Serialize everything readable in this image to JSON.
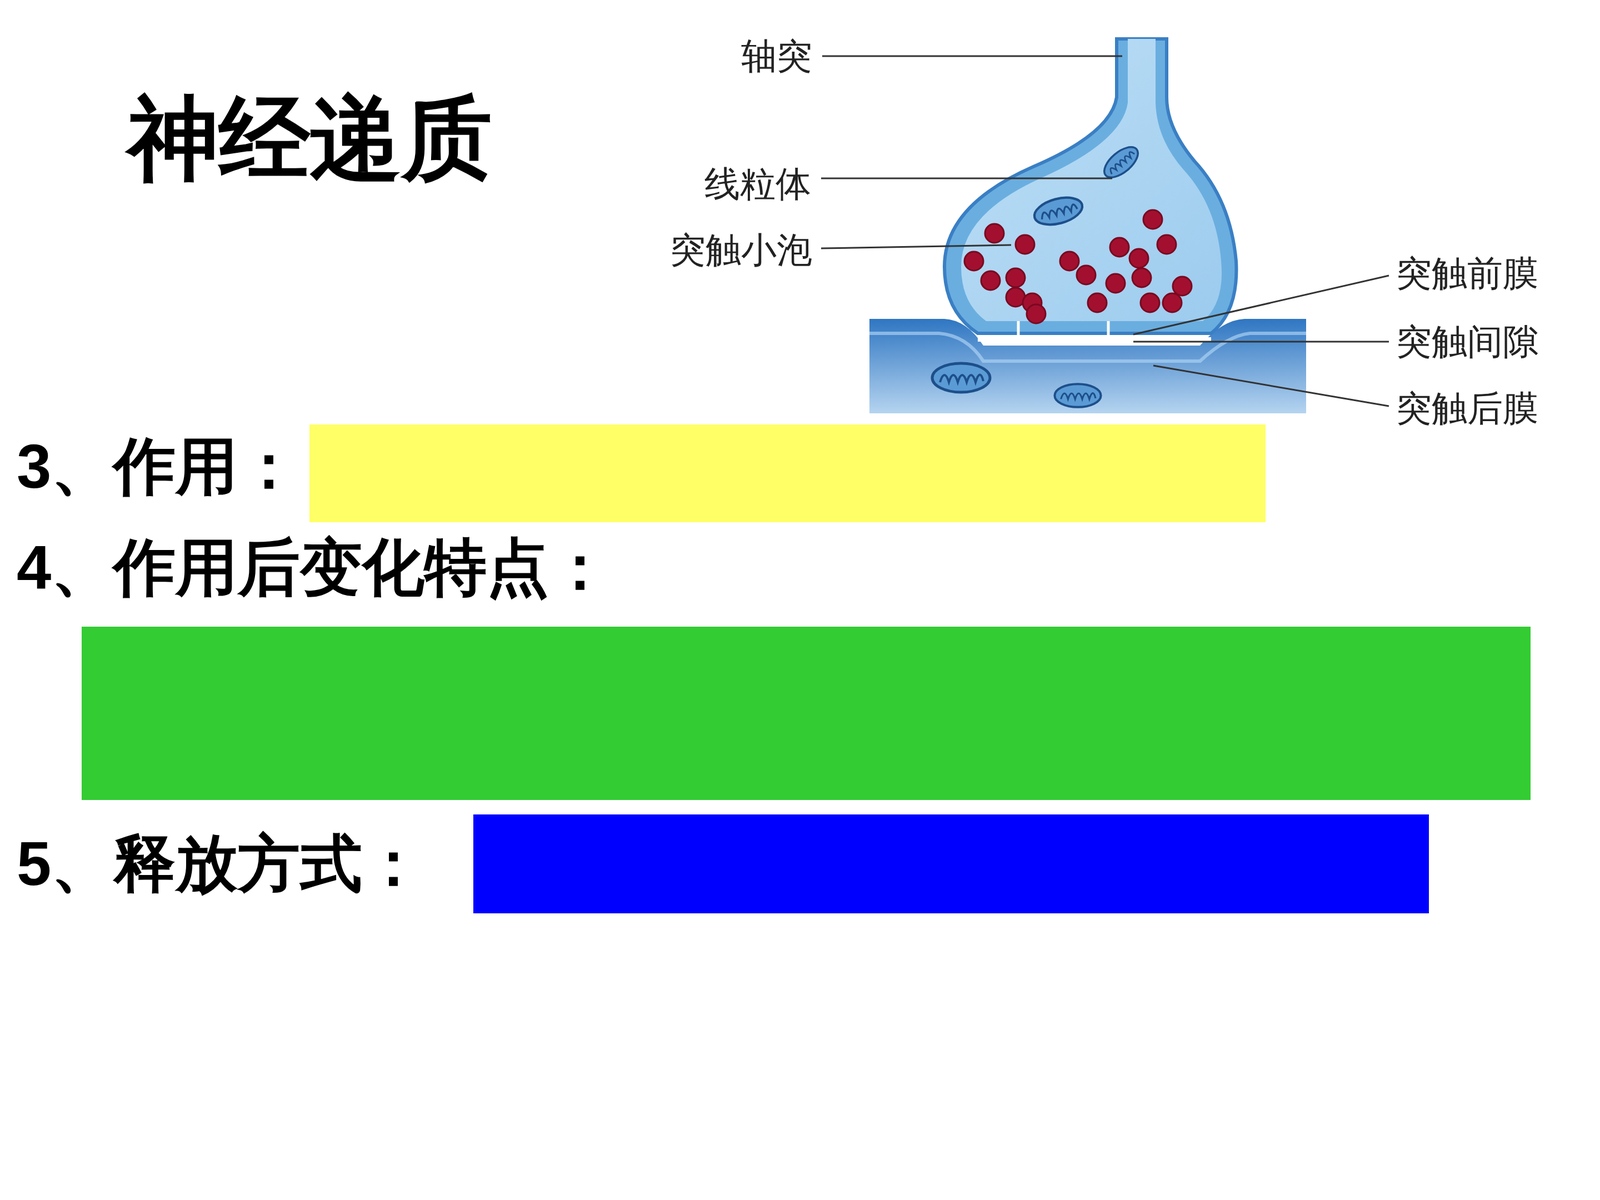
{
  "diagram": {
    "title": "神经递质",
    "labels": [
      "轴突",
      "线粒体",
      "突触小泡",
      "突触前膜",
      "突触间隙",
      "突触后膜",
      "3、作用：",
      "4、作用后变化特点：",
      "5、释放方式："
    ]
  }
}
